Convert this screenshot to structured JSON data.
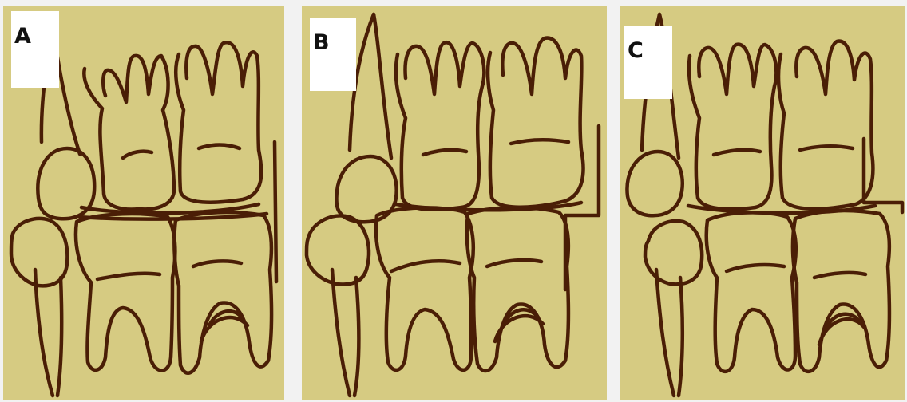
{
  "colors": {
    "background": "#f2f2f2",
    "panel": "#d6cb82",
    "outline": "#4a1e06",
    "label_bg": "#ffffff"
  },
  "panels": [
    {
      "label": "A"
    },
    {
      "label": "B"
    },
    {
      "label": "C"
    }
  ]
}
